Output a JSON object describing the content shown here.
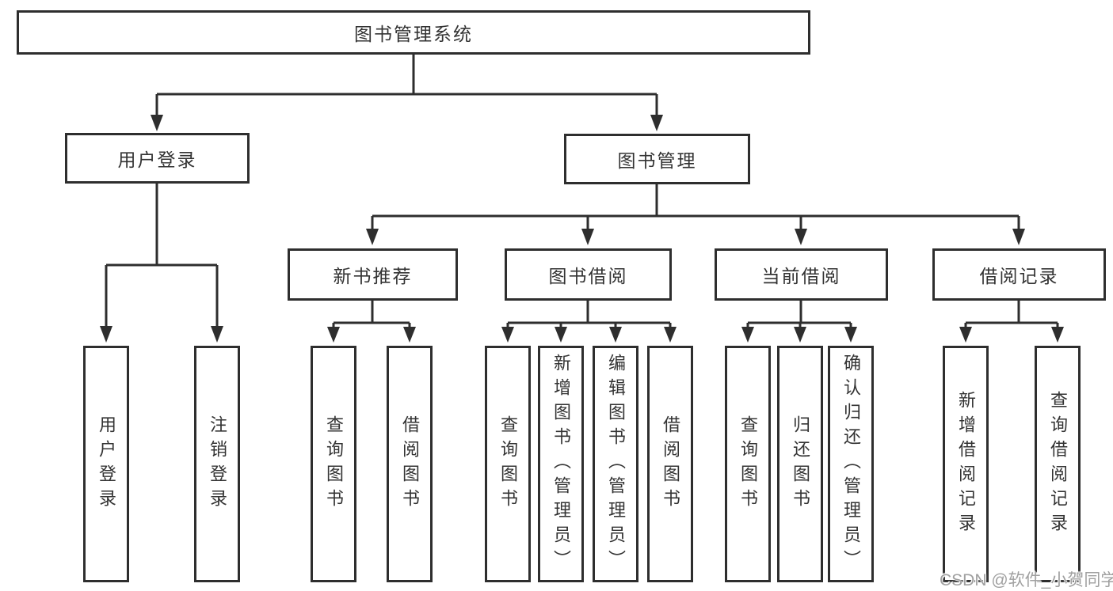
{
  "diagram": {
    "root": {
      "label": "图书管理系统"
    },
    "level2": [
      {
        "label": "用户登录"
      },
      {
        "label": "图书管理"
      }
    ],
    "level3": [
      {
        "label": "新书推荐"
      },
      {
        "label": "图书借阅"
      },
      {
        "label": "当前借阅"
      },
      {
        "label": "借阅记录"
      }
    ],
    "leaves": {
      "login": [
        "用户登录",
        "注销登录"
      ],
      "newbook": [
        "查询图书",
        "借阅图书"
      ],
      "borrow": [
        "查询图书",
        "新增图书（管理员）",
        "编辑图书（管理员）",
        "借阅图书"
      ],
      "current": [
        "查询图书",
        "归还图书",
        "确认归还（管理员）"
      ],
      "records": [
        "新增借阅记录",
        "查询借阅记录"
      ]
    },
    "colors": {
      "line": "#2e2e2e",
      "text": "#333333",
      "box_background": "#ffffff",
      "watermark": "#a0a0a0"
    }
  },
  "watermark": {
    "text": "CSDN @软件_小贺同学"
  }
}
